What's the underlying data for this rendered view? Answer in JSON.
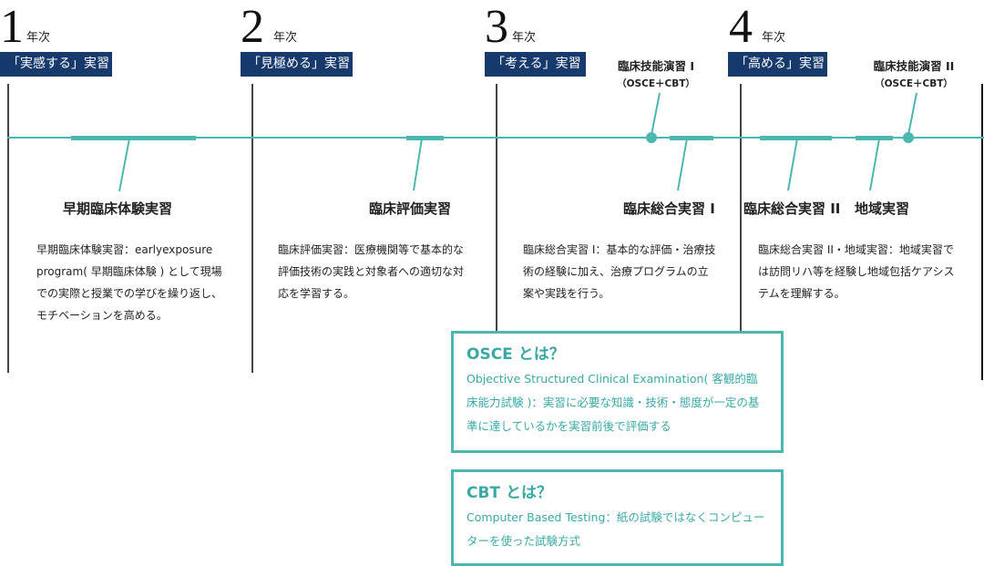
{
  "years": [
    {
      "number": "1",
      "suffix": "年次",
      "badge": "「実感する」実習"
    },
    {
      "number": "2",
      "suffix": "年次",
      "badge": "「見極める」実習"
    },
    {
      "number": "3",
      "suffix": "年次",
      "badge": "「考える」実習"
    },
    {
      "number": "4",
      "suffix": "年次",
      "badge": "「高める」実習"
    }
  ],
  "programs": [
    {
      "label": "早期臨床体験実習",
      "year": 1
    },
    {
      "label": "臨床評価実習",
      "year": 2
    },
    {
      "label": "臨床総合実習 I",
      "year": 3
    },
    {
      "label": "臨床総合実習 II",
      "year": 4
    },
    {
      "label": "地域実習",
      "year": 4
    }
  ],
  "skill_exams": [
    {
      "title": "臨床技能演習 I",
      "sub": "（OSCE＋CBT）",
      "year": 3
    },
    {
      "title": "臨床技能演習 II",
      "sub": "（OSCE＋CBT）",
      "year": 4
    }
  ],
  "descriptions": [
    {
      "text": "早期臨床体験実習：earlyexposure program( 早期臨床体験 ) として現場での実際と授業での学びを繰り返し、モチベーションを高める。"
    },
    {
      "text": "臨床評価実習：医療機関等で基本的な評価技術の実践と対象者への適切な対応を学習する。"
    },
    {
      "text": "臨床総合実習 I：基本的な評価・治療技術の経験に加え、治療プログラムの立案や実践を行う。"
    },
    {
      "text": "臨床総合実習 II・地域実習：地域実習では訪問リハ等を経験し地域包括ケアシステムを理解する。"
    }
  ],
  "info_boxes": [
    {
      "title": "OSCE とは？",
      "body": "Objective Structured Clinical Examination( 客観的臨床能力試験 )：実習に必要な知識・技術・態度が一定の基準に達しているかを実習前後で評価する"
    },
    {
      "title": "CBT とは？",
      "body": "Computer Based Testing：紙の試験ではなくコンピューターを使った試験方式"
    }
  ],
  "colors": {
    "accent": "#4cb6b1",
    "badge": "#173a6d",
    "info_text": "#3aa9a4"
  }
}
